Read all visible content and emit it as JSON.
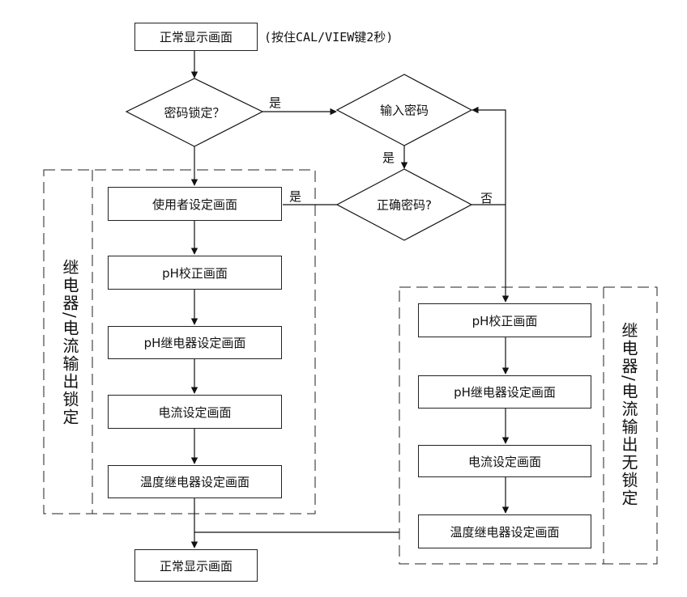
{
  "top": {
    "start_box": "正常显示画面",
    "hint": "(按住CAL/VIEW键2秒)"
  },
  "decisions": {
    "lock_check": "密码锁定？",
    "enter_password": "输入密码",
    "password_correct": "正确密码?"
  },
  "edge_labels": {
    "lock_yes": "是",
    "enter_yes": "是",
    "correct_yes": "是",
    "correct_no": "否"
  },
  "left_group": {
    "title": "继电器/电流输出锁定",
    "boxes": [
      "使用者设定画面",
      "pH校正画面",
      "pH继电器设定画面",
      "电流设定画面",
      "温度继电器设定画面"
    ]
  },
  "right_group": {
    "title": "继电器/电流输出无锁定",
    "boxes": [
      "pH校正画面",
      "pH继电器设定画面",
      "电流设定画面",
      "温度继电器设定画面"
    ]
  },
  "bottom": {
    "end_box": "正常显示画面"
  }
}
